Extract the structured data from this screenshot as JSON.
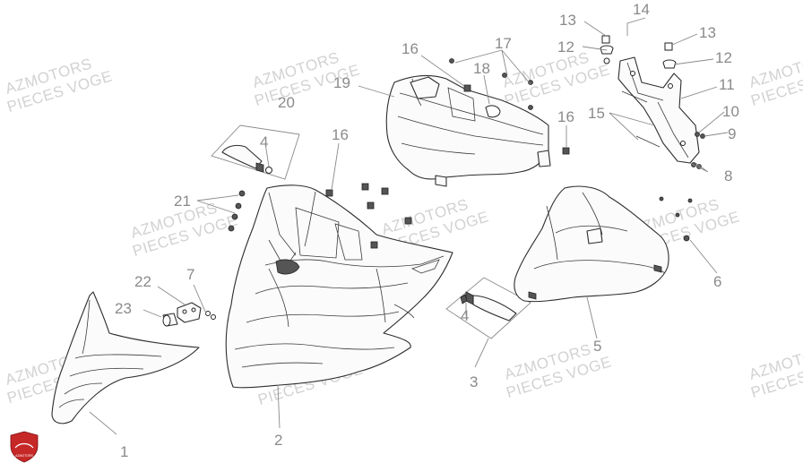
{
  "watermark": {
    "line1": "AZMOTORS",
    "line2": "PIECES VOGE"
  },
  "callouts": [
    "1",
    "2",
    "3",
    "4",
    "4",
    "5",
    "6",
    "7",
    "8",
    "9",
    "10",
    "11",
    "12",
    "12",
    "13",
    "13",
    "14",
    "15",
    "16",
    "16",
    "16",
    "17",
    "18",
    "19",
    "20",
    "21",
    "22",
    "23"
  ],
  "colors": {
    "line": "#2e2e2e",
    "label": "#8a8a8a",
    "watermark": "#d2d2d2",
    "logo": "#c62828"
  },
  "logo": {
    "icon": "shield-logo-icon",
    "text": "AZMOTORS"
  }
}
